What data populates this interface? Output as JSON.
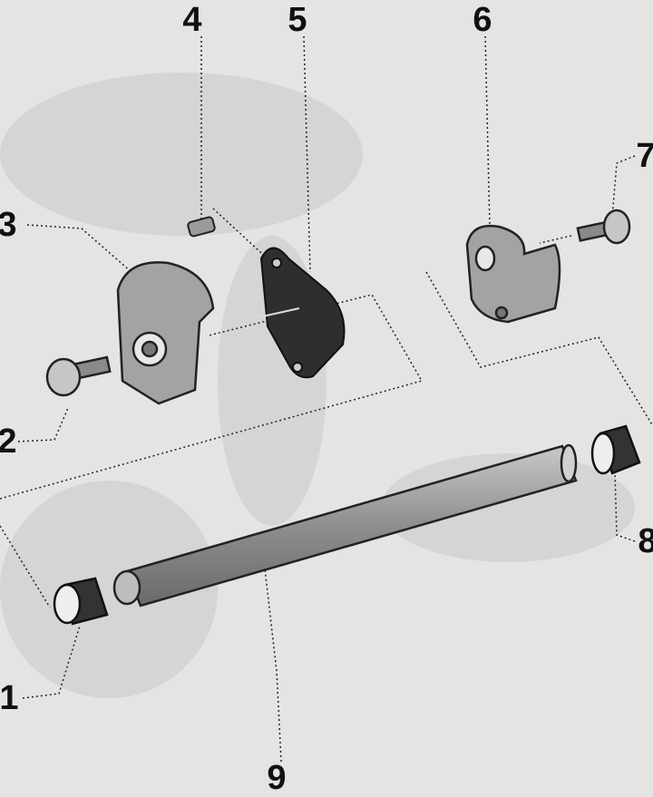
{
  "diagram": {
    "callouts": [
      {
        "id": "1",
        "part": "bushing-left"
      },
      {
        "id": "2",
        "part": "bolt-left"
      },
      {
        "id": "3",
        "part": "bearing-bracket-left"
      },
      {
        "id": "4",
        "part": "pin"
      },
      {
        "id": "5",
        "part": "plate"
      },
      {
        "id": "6",
        "part": "bearing-bracket-right"
      },
      {
        "id": "7",
        "part": "bolt-right"
      },
      {
        "id": "8",
        "part": "bushing-right"
      },
      {
        "id": "9",
        "part": "shaft"
      }
    ],
    "colors": {
      "background": "#e4e4e2",
      "part": "#9a9a98",
      "dark": "#2a2a2a",
      "line": "#222222"
    }
  }
}
